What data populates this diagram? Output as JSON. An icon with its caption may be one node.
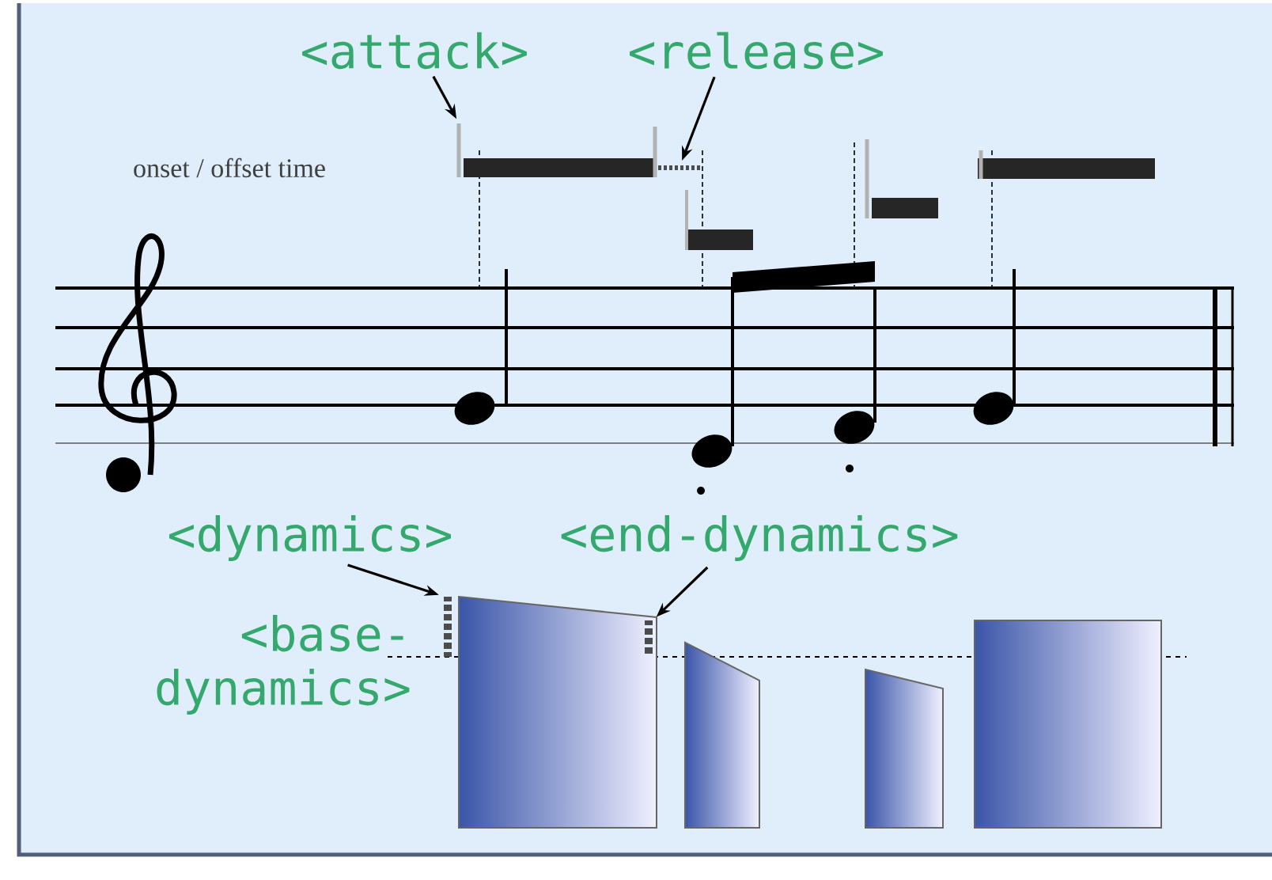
{
  "diagram": {
    "nodes": [
      {
        "text": [
          "<attack>"
        ]
      },
      {
        "text": [
          "<release>"
        ]
      },
      {
        "text": [
          "<dynamics>"
        ]
      },
      {
        "text": [
          "<end-dynamics>"
        ]
      },
      {
        "text": [],
        "shape": "bar"
      },
      {
        "text": [],
        "shape": "bar"
      },
      {
        "text": [],
        "shape": "bar"
      },
      {
        "text": [],
        "shape": "bar"
      }
    ],
    "edges": [
      {
        "from": 0,
        "to": 4,
        "arrow": "to"
      },
      {
        "from": 1,
        "to": 5,
        "arrow": "to"
      },
      {
        "from": 2,
        "to": 6,
        "arrow": "to"
      },
      {
        "from": 3,
        "to": 7,
        "arrow": "to"
      }
    ],
    "labels": [
      "onset / offset time",
      "<base- dynamics>"
    ]
  }
}
